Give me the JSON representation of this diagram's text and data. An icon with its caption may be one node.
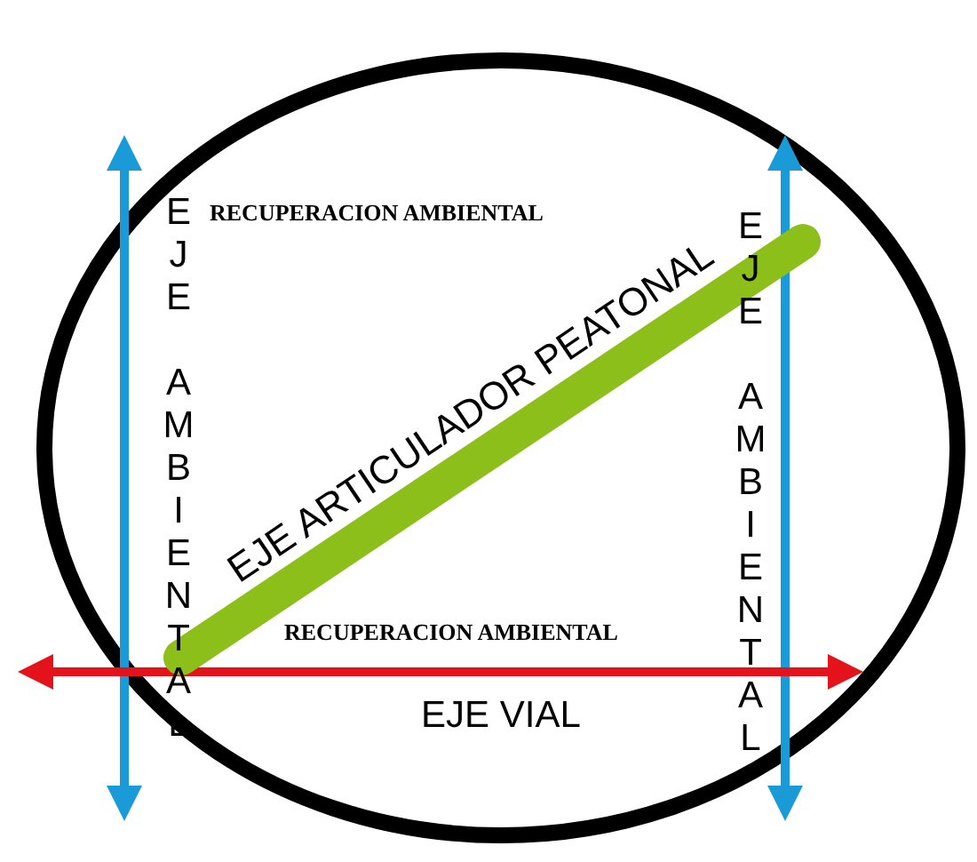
{
  "diagram": {
    "labels": [
      "EJE AMBIENTAL",
      "RECUPERACION AMBIENTAL",
      "EJE AMBIENTAL",
      "EJE ARTICULADOR PEATONAL",
      "RECUPERACION AMBIENTAL",
      "EJE VIAL"
    ]
  }
}
